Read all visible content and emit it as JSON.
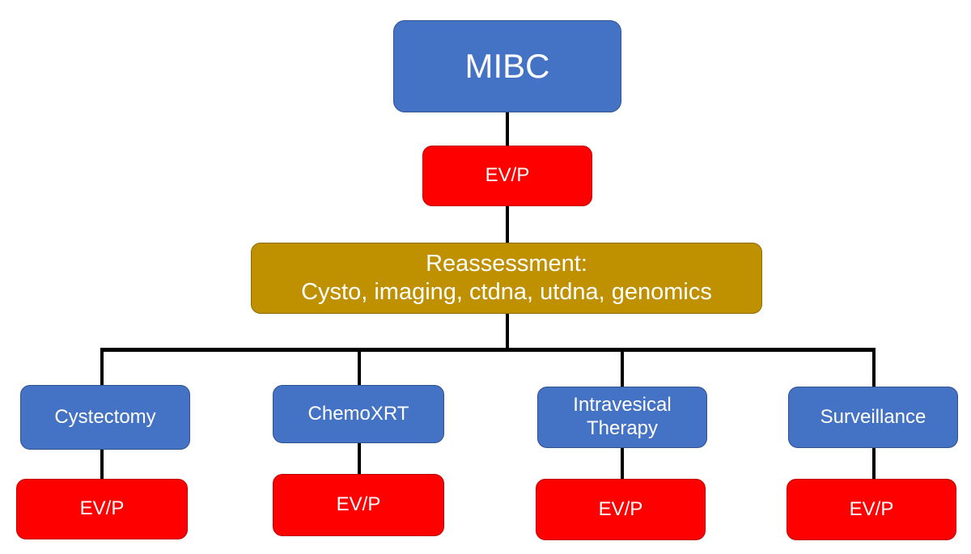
{
  "colors": {
    "blue": "#4472c4",
    "red": "#ff0000",
    "gold": "#bf9000",
    "connector": "#000000"
  },
  "root": {
    "label": "MIBC"
  },
  "root_treatment": {
    "label": "EV/P"
  },
  "reassessment": {
    "line1": "Reassessment:",
    "line2": "Cysto, imaging, ctdna, utdna, genomics"
  },
  "branches": [
    {
      "label": "Cystectomy",
      "treatment": "EV/P"
    },
    {
      "label": "ChemoXRT",
      "treatment": "EV/P"
    },
    {
      "label_line1": "Intravesical",
      "label_line2": "Therapy",
      "treatment": "EV/P"
    },
    {
      "label": "Surveillance",
      "treatment": "EV/P"
    }
  ]
}
